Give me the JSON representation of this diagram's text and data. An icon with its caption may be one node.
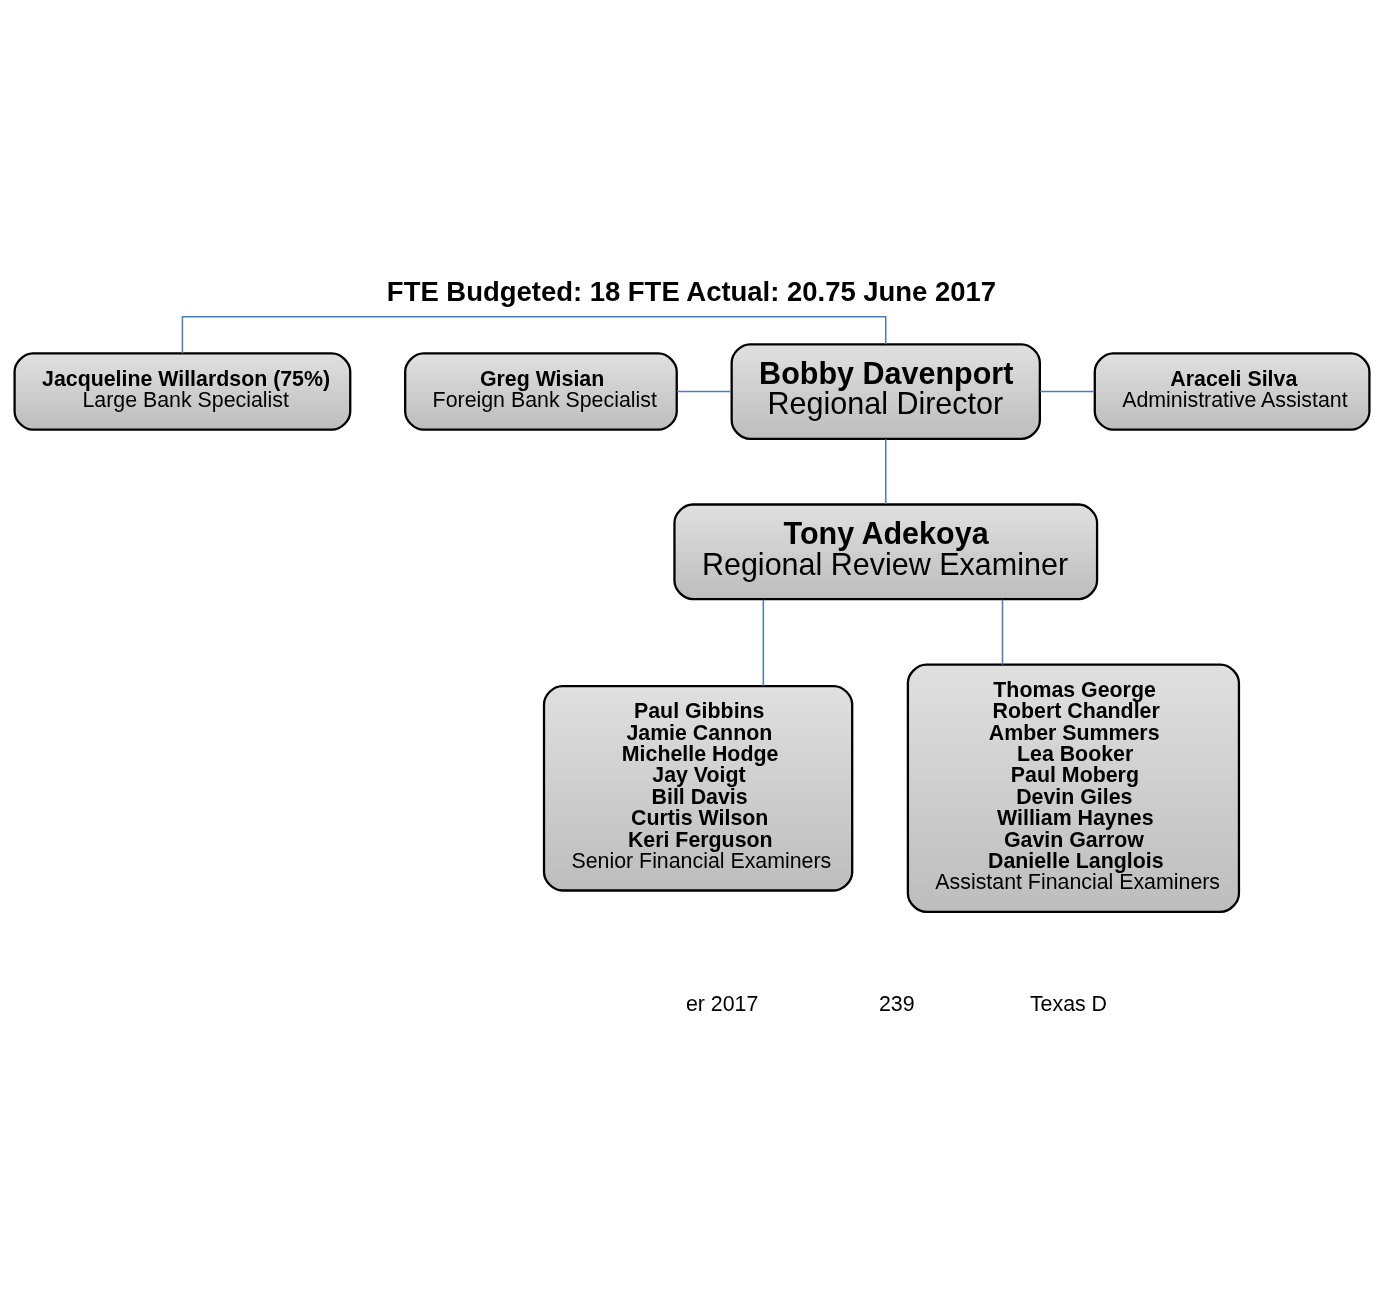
{
  "diagram": {
    "title": "FTE Budgeted: 18 FTE Actual: 20.75 June 2017",
    "nodes": [
      {
        "text": [
          "Jacqueline Willardson (75%)",
          "Large Bank Specialist"
        ]
      },
      {
        "text": [
          "Greg Wisian",
          "Foreign Bank Specialist"
        ]
      },
      {
        "text": [
          "Bobby Davenport",
          "Regional Director"
        ]
      },
      {
        "text": [
          "Araceli Silva",
          "Administrative Assistant"
        ]
      },
      {
        "text": [
          "Tony Adekoya",
          "Regional Review Examiner"
        ]
      },
      {
        "text": [
          "Paul Gibbins",
          "Jamie Cannon",
          "Michelle Hodge",
          "Jay Voigt",
          "Bill Davis",
          "Curtis Wilson",
          "Keri Ferguson",
          "Senior Financial Examiners"
        ]
      },
      {
        "text": [
          "Thomas George",
          "Robert Chandler",
          "Amber Summers",
          "Lea Booker",
          "Paul Moberg",
          "Devin Giles",
          "William Haynes",
          "Gavin Garrow",
          "Danielle Langlois",
          "Assistant Financial Examiners"
        ]
      }
    ],
    "edges": [
      {
        "from": 0,
        "to": 2,
        "arrow": "none"
      },
      {
        "from": 1,
        "to": 2,
        "arrow": "none"
      },
      {
        "from": 2,
        "to": 3,
        "arrow": "none"
      },
      {
        "from": 2,
        "to": 4,
        "arrow": "none"
      },
      {
        "from": 4,
        "to": 5,
        "arrow": "none"
      },
      {
        "from": 4,
        "to": 6,
        "arrow": "none"
      }
    ],
    "labels": [
      "er 2017",
      "239",
      "Texas D"
    ]
  }
}
